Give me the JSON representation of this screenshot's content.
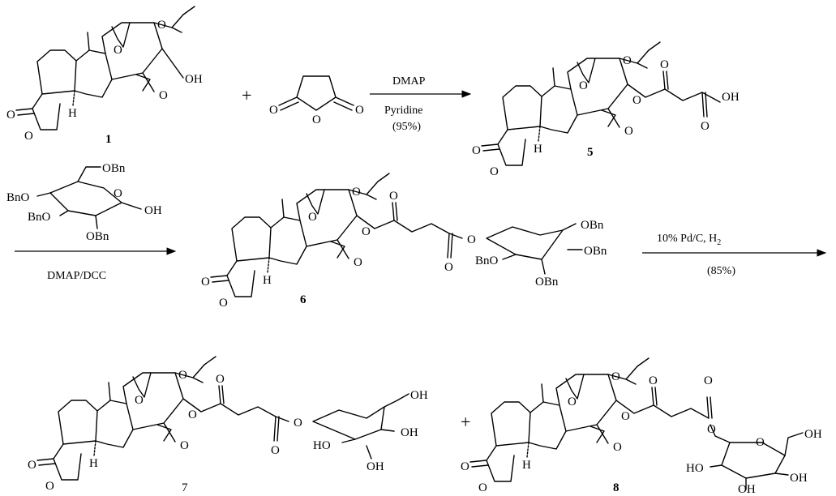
{
  "atoms": {
    "O": "O",
    "OH": "OH",
    "H": "H",
    "OBn": "OBn",
    "BnO": "BnO",
    "HO": "HO",
    "plus": "+"
  },
  "reaction1": {
    "reagent_top": "DMAP",
    "reagent_bottom": "Pyridine",
    "yield": "(95%)"
  },
  "reaction2": {
    "reagent": "DMAP/DCC"
  },
  "reaction3": {
    "reagent_top": "10% Pd/C, H",
    "reagent_top_sub": "2",
    "yield": "(85%)"
  },
  "compounds": [
    {
      "label": "1"
    },
    {
      "label": "5"
    },
    {
      "label": "6"
    },
    {
      "label": "7"
    },
    {
      "label": "8"
    }
  ]
}
